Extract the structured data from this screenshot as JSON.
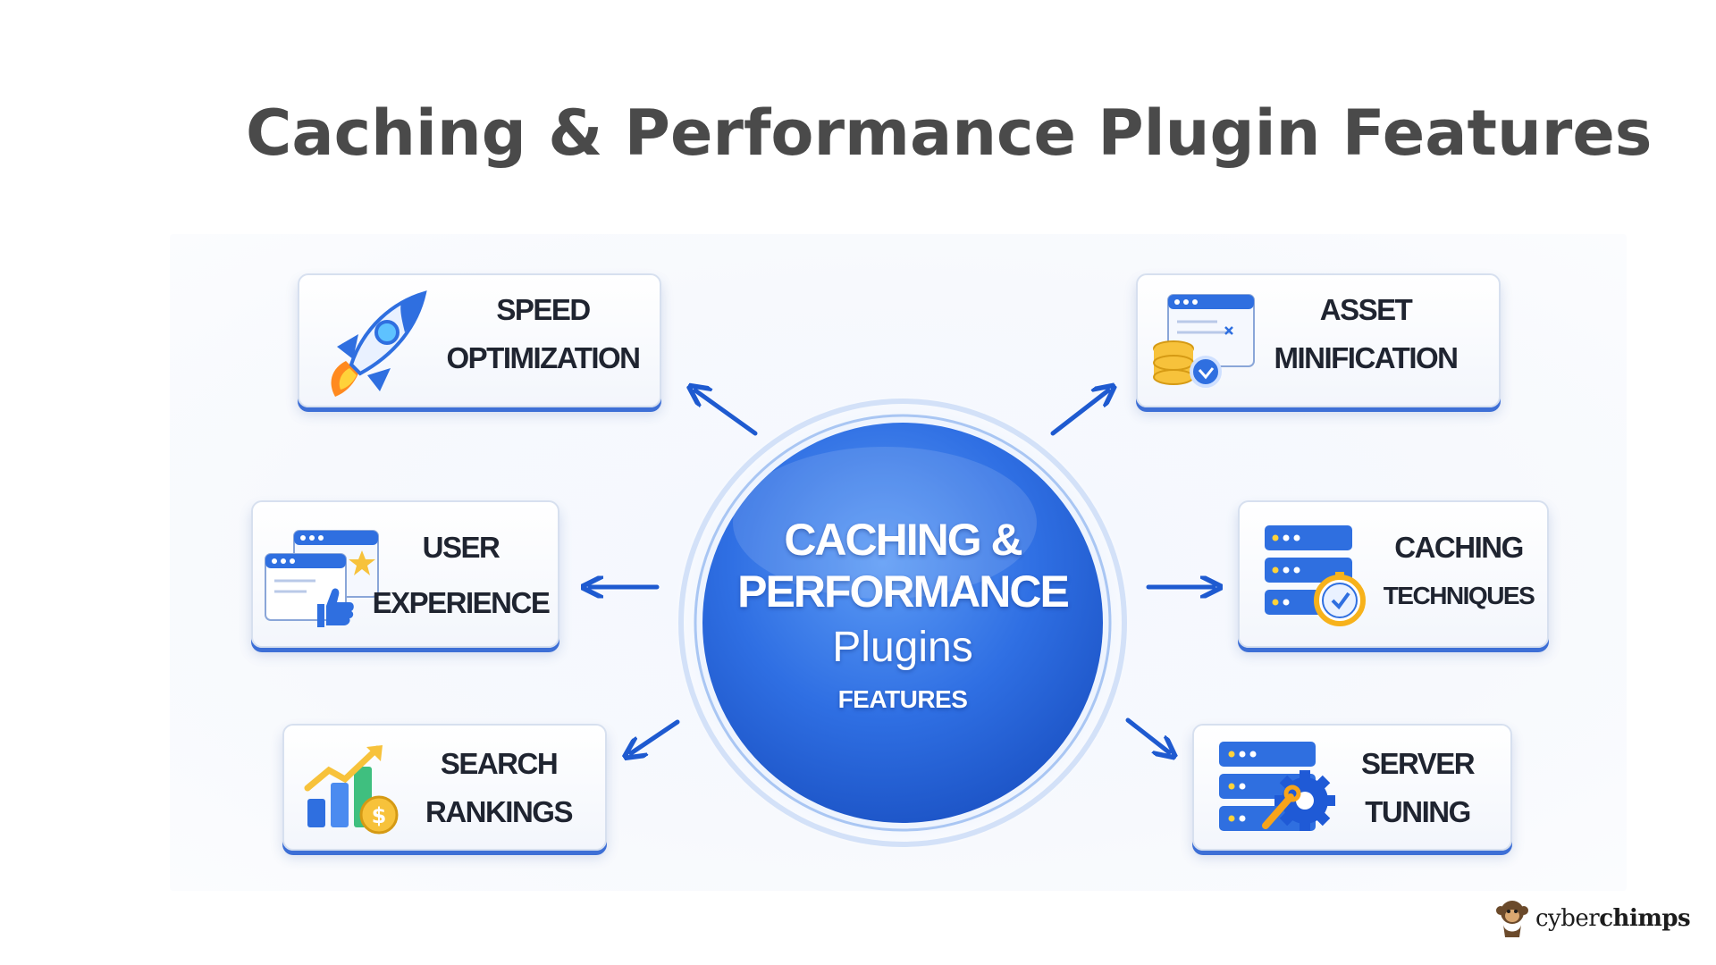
{
  "title": "Caching & Performance Plugin Features",
  "hub": {
    "line1a": "CACHING &",
    "line1b": "PERFORMANCE",
    "line2": "Plugins",
    "line3": "FEATURES"
  },
  "cards": {
    "speed": {
      "line1": "SPEED",
      "line2": "OPTIMIZATION",
      "icon": "rocket-icon"
    },
    "asset": {
      "line1": "ASSET",
      "line2": "MINIFICATION",
      "icon": "code-window-icon"
    },
    "ux": {
      "line1": "USER",
      "line2": "EXPERIENCE",
      "icon": "browser-thumbs-up-icon"
    },
    "caching": {
      "line1": "CACHING",
      "line2": "TECHNIQUES",
      "icon": "server-stopwatch-icon"
    },
    "search": {
      "line1": "SEARCH",
      "line2": "RANKINGS",
      "icon": "growth-chart-icon"
    },
    "server": {
      "line1": "SERVER",
      "line2": "TUNING",
      "icon": "server-gear-icon"
    }
  },
  "brand": {
    "name_light": "cyber",
    "name_bold": "chimps",
    "logo": "chimp-logo-icon"
  },
  "colors": {
    "accent": "#2f6fe0",
    "hub": "#2a6ee8",
    "title": "#4a4a4a",
    "card_edge": "#3d6fd6"
  }
}
